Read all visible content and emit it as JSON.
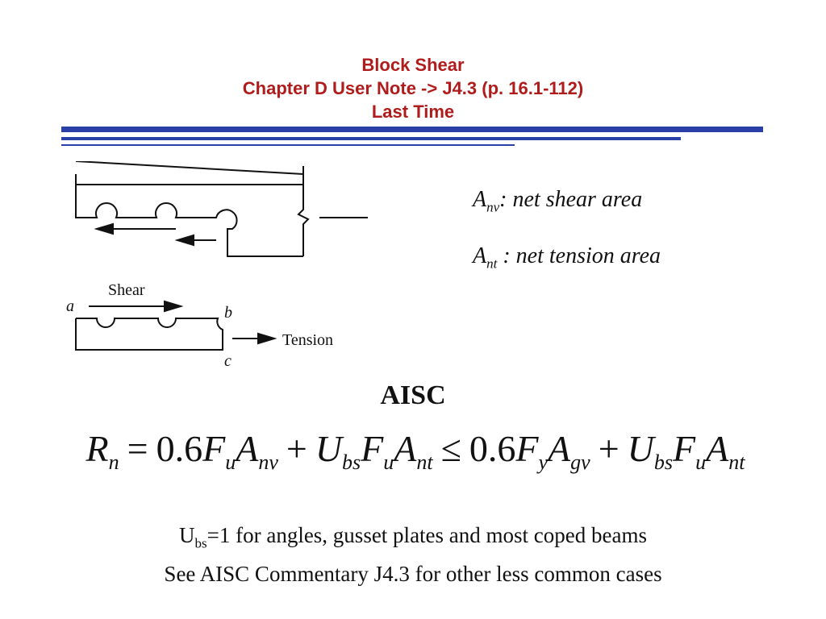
{
  "title": {
    "line1": "Block Shear",
    "line2": "Chapter D User Note -> J4.3 (p. 16.1-112)",
    "line3": "Last Time"
  },
  "colors": {
    "title": "#b01c1c",
    "rule": "#2a3fa8"
  },
  "diagram": {
    "shear_label": "Shear",
    "tension_label": "Tension",
    "point_a": "a",
    "point_b": "b",
    "point_c": "c"
  },
  "definitions": {
    "anv_symbol": "A",
    "anv_sub": "nv",
    "anv_text": ": net shear area",
    "ant_symbol": "A",
    "ant_sub": "nt",
    "ant_text": " : net tension area"
  },
  "aisc_heading": "AISC",
  "formula": {
    "rn": "R",
    "rn_sub": "n",
    "eq": "=",
    "c1": "0.6",
    "fu1": "F",
    "fu1_sub": "u",
    "a1": "A",
    "a1_sub": "nv",
    "plus1": "+",
    "u1": "U",
    "u1_sub": "bs",
    "fu2": "F",
    "fu2_sub": "u",
    "a2": "A",
    "a2_sub": "nt",
    "leq": "≤",
    "c2": "0.6",
    "fy": "F",
    "fy_sub": "y",
    "a3": "A",
    "a3_sub": "gv",
    "plus2": "+",
    "u2": "U",
    "u2_sub": "bs",
    "fu3": "F",
    "fu3_sub": "u",
    "a4": "A",
    "a4_sub": "nt"
  },
  "notes": {
    "line1_pre": "U",
    "line1_sub": "bs",
    "line1_post": "=1 for angles, gusset plates and most coped beams",
    "line2": "See AISC Commentary J4.3 for other less common cases"
  }
}
